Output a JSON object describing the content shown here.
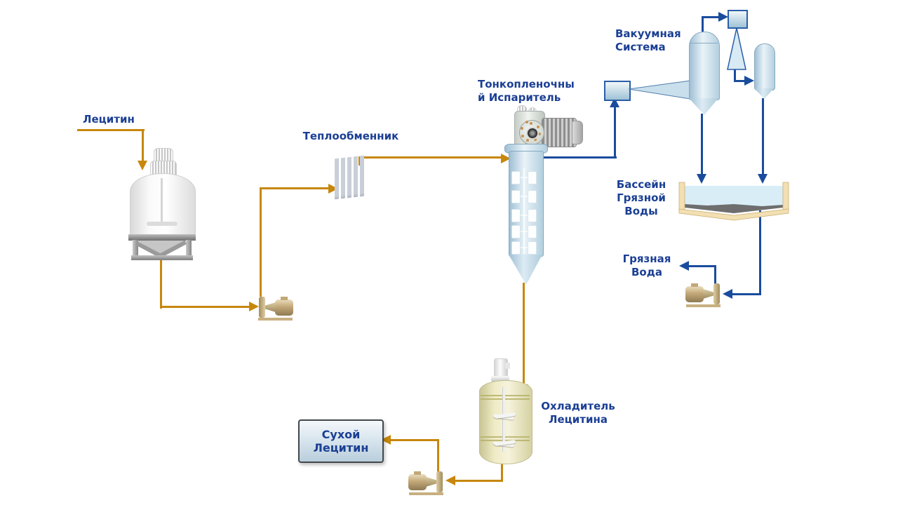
{
  "diagram": {
    "labels": {
      "lecithin": "Лецитин",
      "heat_exchanger": "Теплообменник",
      "evaporator": [
        "Тонкопленочны",
        "й Испаритель"
      ],
      "vacuum_system": [
        "Вакуумная",
        "Система"
      ],
      "dirty_water_basin": [
        "Бассейн",
        "Грязной",
        "Воды"
      ],
      "dirty_water": [
        "Грязная",
        "Вода"
      ],
      "lecithin_cooler": [
        "Охладитель",
        "Лецитина"
      ],
      "dry_lecithin": [
        "Сухой",
        "Лецитин"
      ]
    },
    "colors": {
      "product_line": "#C7870B",
      "vacuum_water_line": "#1A4C9D",
      "label_text": "#1B3F94",
      "vessel_blue": "#BCD8E6",
      "pump_tan": "#C9B183",
      "basin_wall": "#F2DFB2",
      "basin_water": "#D9EDF7",
      "sediment": "#6E6E6E",
      "cooler_cream": "#F0ECC4",
      "background": "#FFFFFF"
    },
    "equipment_icons": [
      "mixing-tank-icon",
      "centrifugal-pump-icon",
      "plate-heat-exchanger-icon",
      "thin-film-evaporator-icon",
      "vacuum-ejector-icon",
      "condenser-column-icon",
      "receiver-vessel-icon",
      "dirty-water-basin-icon",
      "lecithin-cooler-icon",
      "dry-lecithin-box"
    ]
  }
}
